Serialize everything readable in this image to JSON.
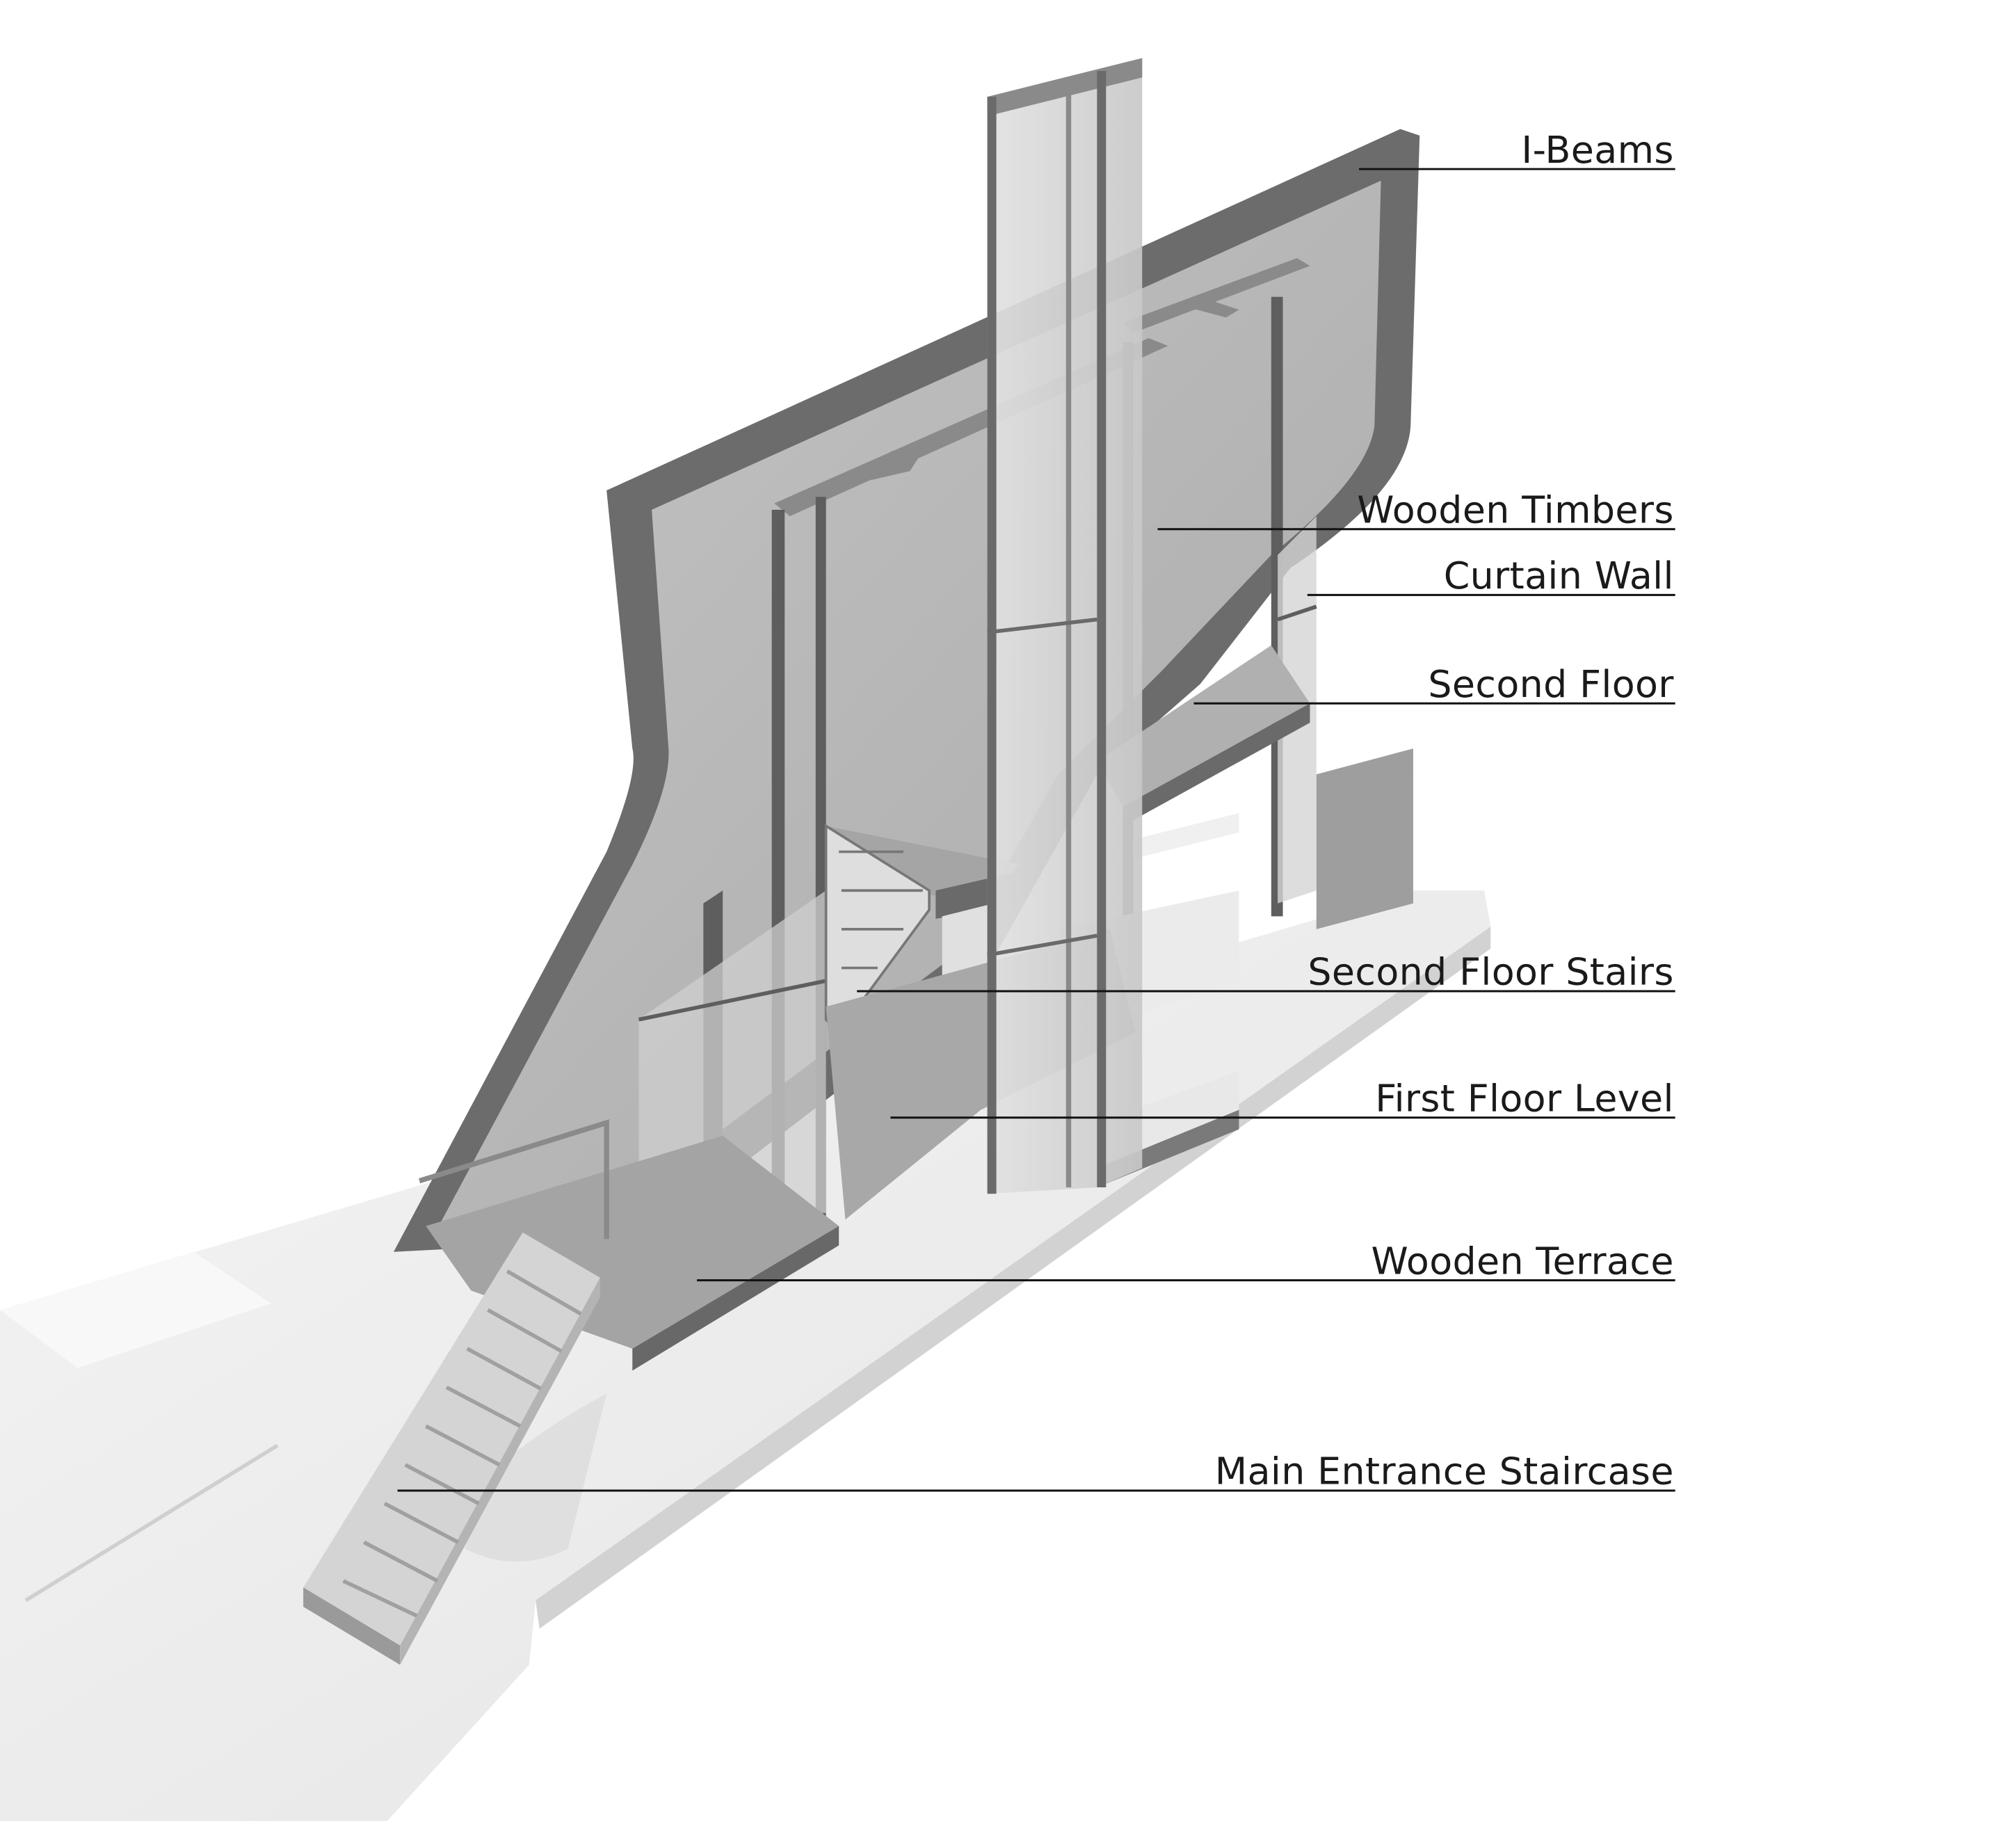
{
  "labels": [
    {
      "id": "i-beams",
      "text": "I-Beams"
    },
    {
      "id": "wooden-timbers",
      "text": "Wooden Timbers"
    },
    {
      "id": "curtain-wall",
      "text": "Curtain Wall"
    },
    {
      "id": "second-floor",
      "text": "Second Floor"
    },
    {
      "id": "second-floor-stairs",
      "text": "Second Floor Stairs"
    },
    {
      "id": "first-floor-level",
      "text": "First Floor Level"
    },
    {
      "id": "wooden-terrace",
      "text": "Wooden Terrace"
    },
    {
      "id": "main-entrance-staircase",
      "text": "Main Entrance Staircase"
    }
  ],
  "colors": {
    "frame": "#6c6c6c",
    "concrete": "#b9b9b9",
    "glass": "#d6d6d6",
    "ground": "#efefef",
    "line": "#111111"
  }
}
